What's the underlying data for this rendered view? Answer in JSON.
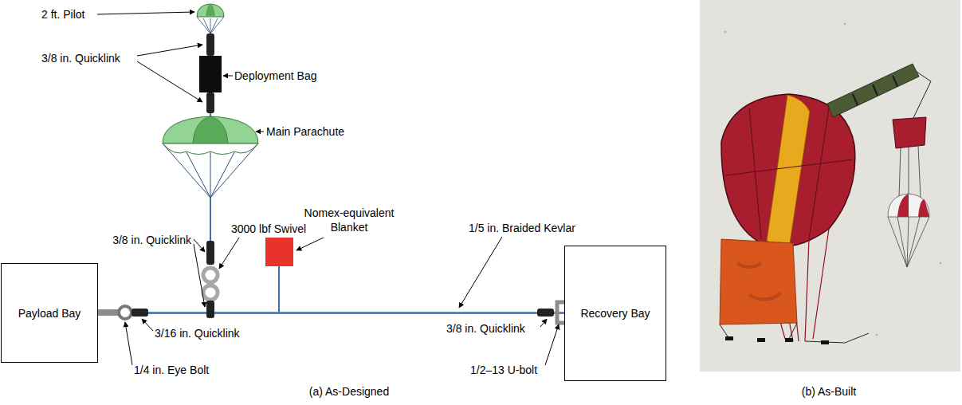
{
  "diagram": {
    "nodes": [
      {
        "text": [
          "Payload Bay"
        ]
      },
      {
        "text": [
          "Recovery Bay"
        ]
      }
    ],
    "edges": [
      {
        "from": 0,
        "to": 1,
        "arrow": "none"
      }
    ],
    "labels": [
      "2 ft. Pilot",
      "3/8 in. Quicklink",
      "Deployment Bag",
      "Main Parachute",
      "Nomex-equivalent Blanket",
      "1/5 in. Braided Kevlar",
      "3000 lbf Swivel",
      "3/8 in. Quicklink",
      "3/16 in. Quicklink",
      "3/8 in. Quicklink",
      "1/4 in. Eye Bolt",
      "1/2–13 U-bolt",
      "(a) As-Designed",
      "(b) As-Built"
    ]
  }
}
